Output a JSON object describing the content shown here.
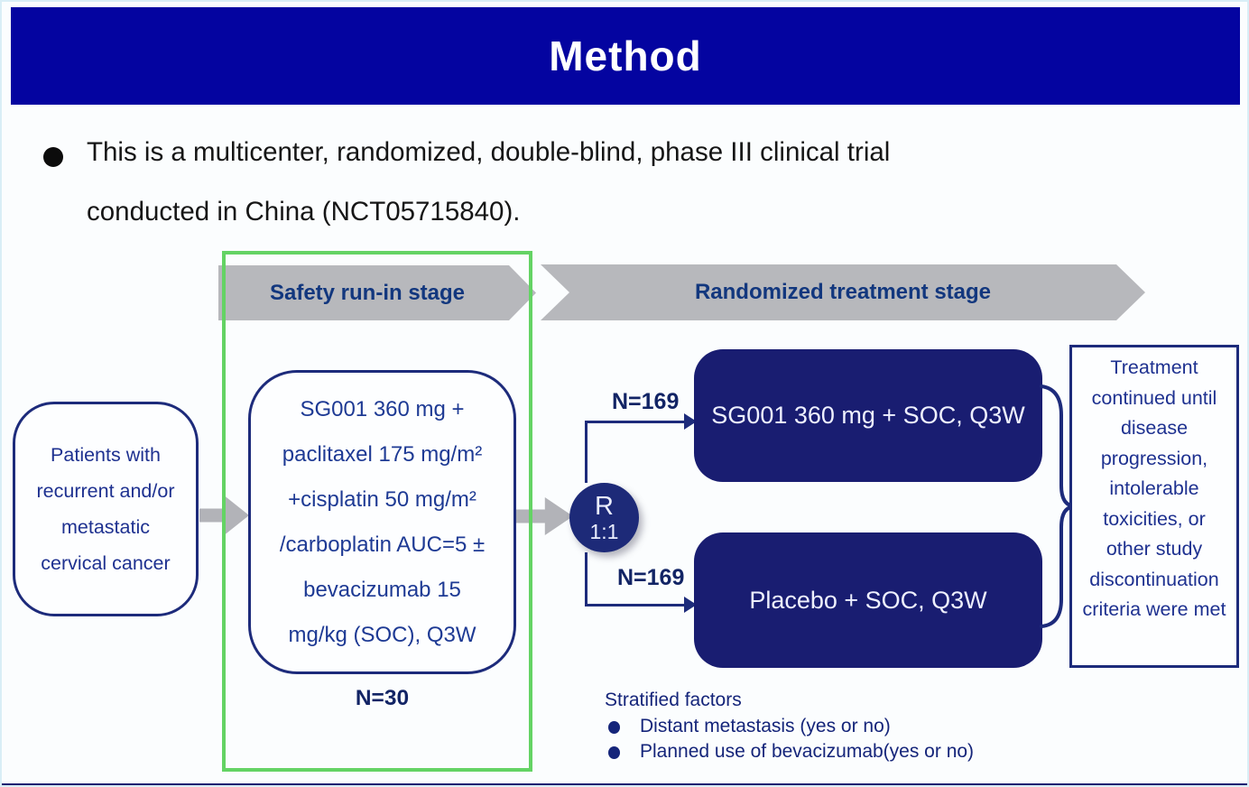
{
  "header": {
    "title": "Method"
  },
  "intro": {
    "line1": "This is a multicenter, randomized, double-blind, phase III clinical trial",
    "line2": "conducted in China (NCT05715840)."
  },
  "stage_banners": {
    "safety": "Safety run-in stage",
    "randomized": "Randomized treatment stage"
  },
  "patients_box": {
    "lines": [
      "Patients with",
      "recurrent and/or",
      "metastatic",
      "cervical cancer"
    ]
  },
  "regimen_box": {
    "lines": [
      "SG001 360 mg +",
      "paclitaxel 175 mg/m²",
      "+cisplatin 50 mg/m²",
      "/carboplatin AUC=5 ±",
      "bevacizumab 15",
      "mg/kg (SOC), Q3W"
    ],
    "n": "N=30"
  },
  "randomization": {
    "symbol": "R",
    "ratio": "1:1",
    "top_n": "N=169",
    "bottom_n": "N=169"
  },
  "arms": {
    "arm1": "SG001 360 mg + SOC, Q3W",
    "arm2": "Placebo + SOC, Q3W"
  },
  "outcome_box": {
    "text": "Treatment continued until disease progression, intolerable toxicities, or other study discontinuation criteria were met"
  },
  "stratified": {
    "title": "Stratified factors",
    "items": [
      "Distant metastasis (yes or no)",
      "Planned use of bevacizumab(yes or no)"
    ]
  },
  "colors": {
    "header_blue": "#0404a0",
    "arm_box_navy": "#191d71",
    "accent_navy": "#1d2b7b",
    "highlight_green": "#64d364",
    "banner_gray": "#b7b8bc"
  }
}
